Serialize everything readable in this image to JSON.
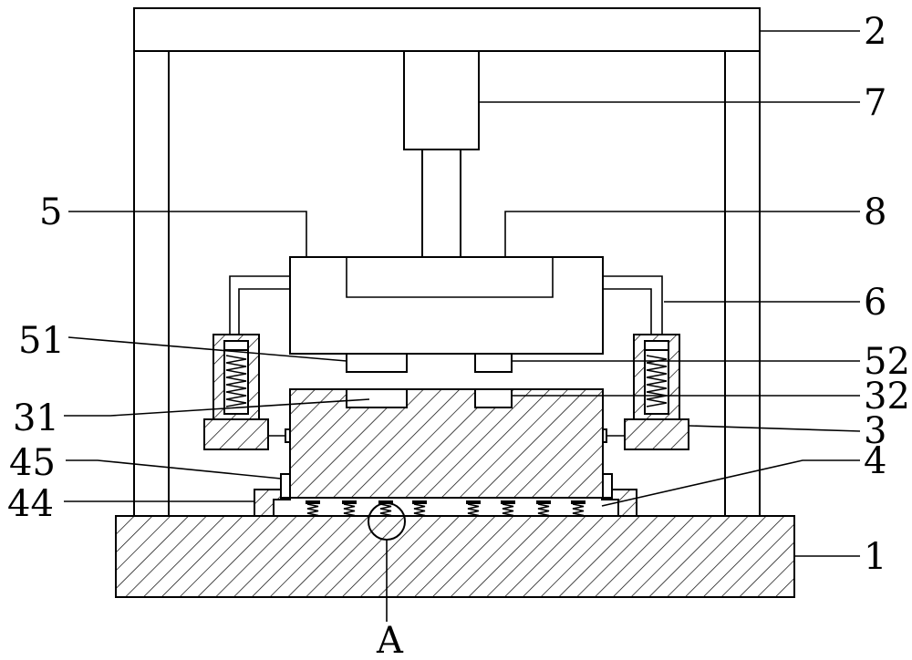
{
  "figure": {
    "labels": {
      "frame_top": "2",
      "cylinder": "7",
      "press_head_left": "5",
      "press_head_right": "8",
      "pipe": "6",
      "block_left": "51",
      "block_right": "52",
      "groove_left": "31",
      "groove_right": "32",
      "side_clamp": "3",
      "retainer": "45",
      "guide_ring": "44",
      "spring_row": "4",
      "base": "1",
      "detail_mark": "A"
    }
  }
}
